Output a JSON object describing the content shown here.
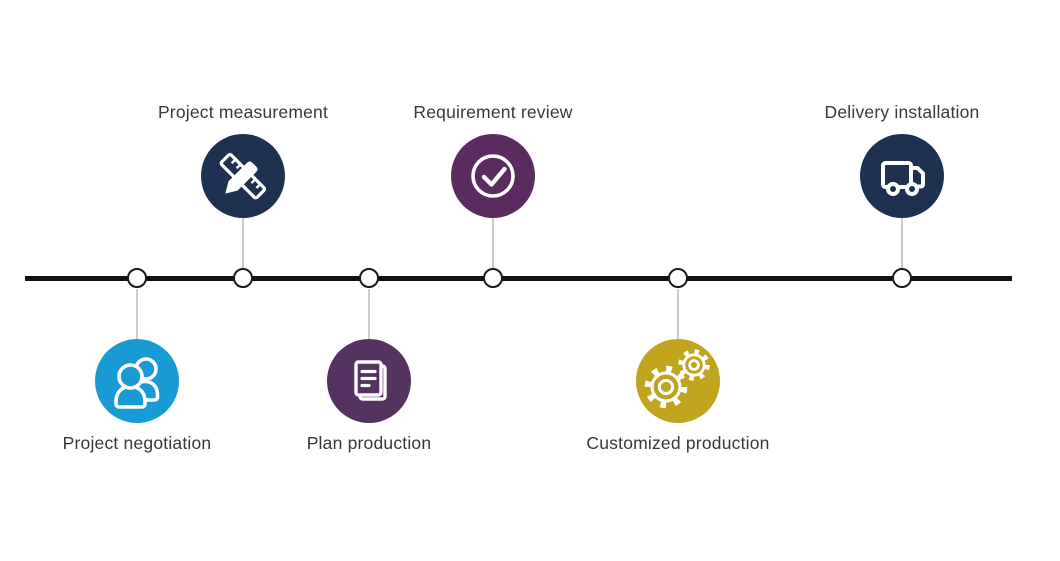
{
  "diagram": {
    "type": "process-timeline",
    "background": "#FFFFFF",
    "line_color": "#121212",
    "node_fill": "#FFFFFF",
    "node_border_color": "#1A1A1A",
    "connector_color": "#979797",
    "label_color": "#383838",
    "icon_stroke_color": "#FFFFFF"
  },
  "steps": [
    {
      "label": "Project negotiation",
      "icon": "people-icon",
      "color": "#189AD5",
      "position": "below"
    },
    {
      "label": "Project measurement",
      "icon": "ruler-pencil-icon",
      "color": "#1F3150",
      "position": "above"
    },
    {
      "label": "Plan production",
      "icon": "document-icon",
      "color": "#553260",
      "position": "below"
    },
    {
      "label": "Requirement review",
      "icon": "check-circle-icon",
      "color": "#5B2A5F",
      "position": "above"
    },
    {
      "label": "Customized production",
      "icon": "gears-icon",
      "color": "#C0A41D",
      "position": "below"
    },
    {
      "label": "Delivery installation",
      "icon": "truck-icon",
      "color": "#1F3150",
      "position": "above"
    }
  ]
}
